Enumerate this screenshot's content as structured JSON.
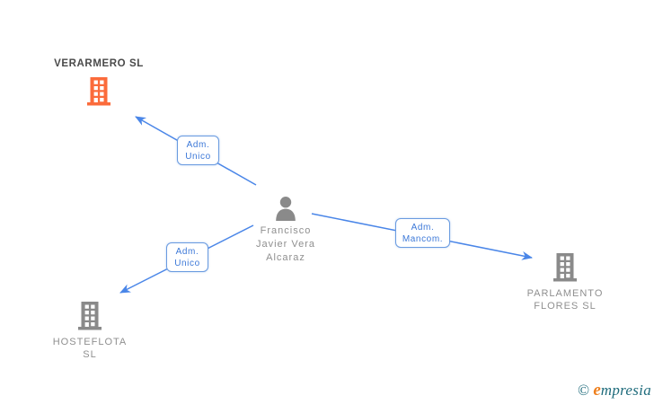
{
  "diagram": {
    "person": {
      "name_lines": [
        "Francisco",
        "Javier Vera",
        "Alcaraz"
      ]
    },
    "companies": {
      "verarmero": {
        "name": "VERARMERO SL"
      },
      "hosteflota": {
        "line1": "HOSTEFLOTA",
        "line2": "SL"
      },
      "parlamento": {
        "line1": "PARLAMENTO",
        "line2": "FLORES SL"
      }
    },
    "relations": {
      "verarmero": {
        "line1": "Adm.",
        "line2": "Unico"
      },
      "hosteflota": {
        "line1": "Adm.",
        "line2": "Unico"
      },
      "parlamento": {
        "line1": "Adm.",
        "line2": "Mancom."
      }
    },
    "colors": {
      "highlight_company": "#FB6B3B",
      "neutral_gray": "#8A8A8A",
      "edge_blue": "#4A86E8",
      "label_text_blue": "#3C78D8",
      "label_border_blue": "#6A9BE0",
      "company_text_gray": "#8F8F8F",
      "company_text_dark": "#4A4A4A"
    }
  },
  "watermark": {
    "copyright": "©",
    "brand_initial": "e",
    "brand_rest": "mpresia"
  }
}
